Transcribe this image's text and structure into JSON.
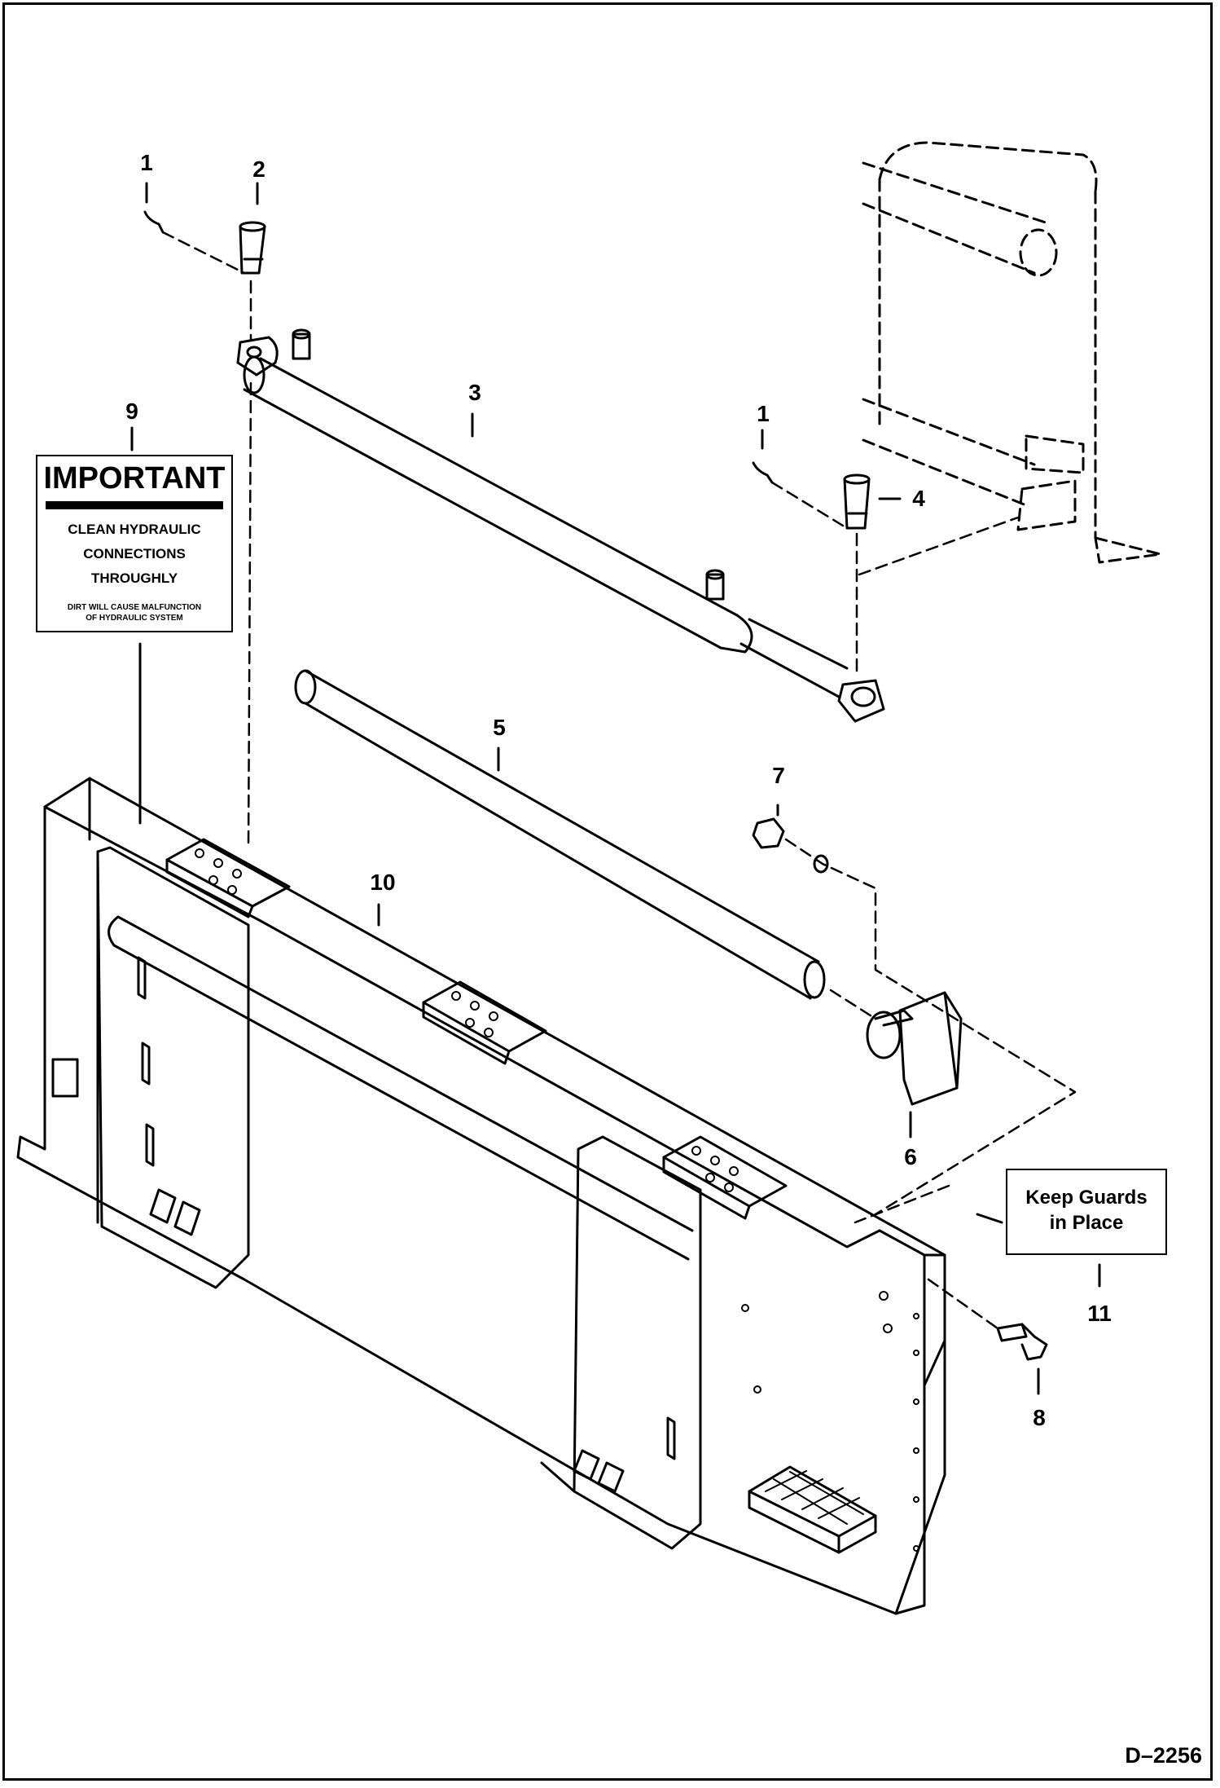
{
  "drawing_number": "D–2256",
  "callouts": [
    "1",
    "2",
    "3",
    "1",
    "4",
    "9",
    "5",
    "7",
    "10",
    "6",
    "11",
    "8"
  ],
  "decal_important": {
    "heading": "IMPORTANT",
    "main_text": "CLEAN HYDRAULIC\nCONNECTIONS\nTHROUGHLY",
    "small_text": "DIRT WILL CAUSE MALFUNCTION\nOF HYDRAULIC SYSTEM"
  },
  "decal_guards": {
    "text": "Keep Guards\nin Place"
  }
}
